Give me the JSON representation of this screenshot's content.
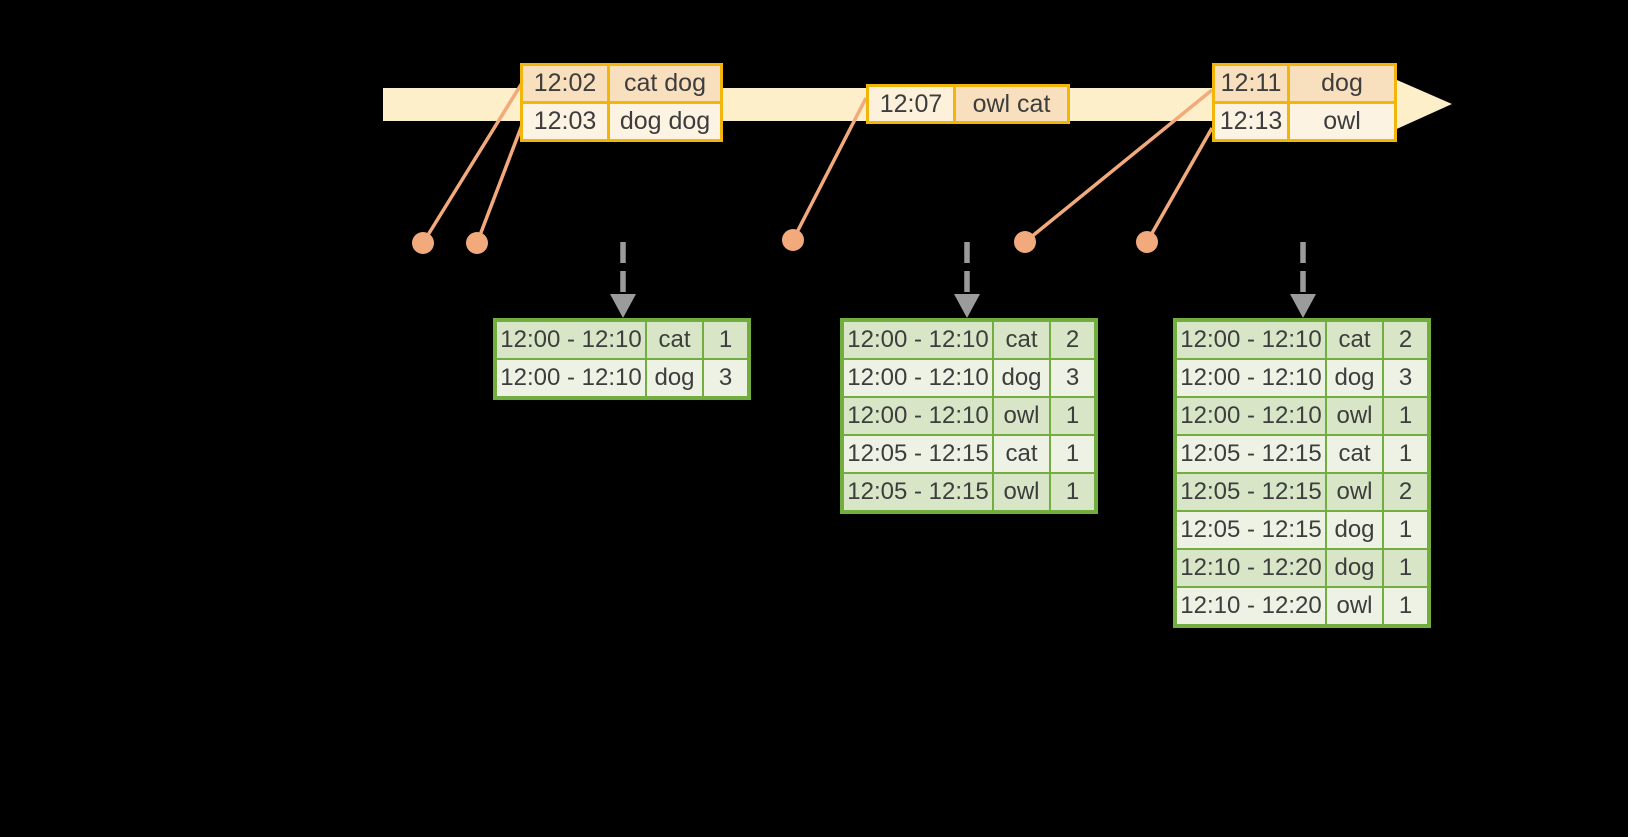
{
  "colors": {
    "background": "#000000",
    "timeline_band": "#FCEFC9",
    "event_table_border": "#F2B50A",
    "event_row_peach": "#F8E0BE",
    "event_row_cream": "#FDF3E3",
    "connector_salmon": "#F2A97C",
    "result_table_border": "#72AD3F",
    "result_row_dark": "#D8E6C7",
    "result_row_light": "#EDF2E5",
    "trigger_arrow_gray": "#9B9B9B",
    "table_text": "#3D3D3D"
  },
  "timeline": {
    "event_tables": [
      {
        "id": "e1",
        "rows": [
          {
            "time": "12:02",
            "words": "cat dog"
          },
          {
            "time": "12:03",
            "words": "dog dog"
          }
        ]
      },
      {
        "id": "e2",
        "rows": [
          {
            "time": "12:07",
            "words": "owl cat"
          }
        ]
      },
      {
        "id": "e3",
        "rows": [
          {
            "time": "12:11",
            "words": "dog"
          },
          {
            "time": "12:13",
            "words": "owl"
          }
        ]
      }
    ]
  },
  "result_tables": [
    {
      "id": "t1",
      "rows": [
        {
          "window": "12:00 - 12:10",
          "word": "cat",
          "count": "1"
        },
        {
          "window": "12:00 - 12:10",
          "word": "dog",
          "count": "3"
        }
      ]
    },
    {
      "id": "t2",
      "rows": [
        {
          "window": "12:00 - 12:10",
          "word": "cat",
          "count": "2"
        },
        {
          "window": "12:00 - 12:10",
          "word": "dog",
          "count": "3"
        },
        {
          "window": "12:00 - 12:10",
          "word": "owl",
          "count": "1"
        },
        {
          "window": "12:05 - 12:15",
          "word": "cat",
          "count": "1"
        },
        {
          "window": "12:05 - 12:15",
          "word": "owl",
          "count": "1"
        }
      ]
    },
    {
      "id": "t3",
      "rows": [
        {
          "window": "12:00 - 12:10",
          "word": "cat",
          "count": "2"
        },
        {
          "window": "12:00 - 12:10",
          "word": "dog",
          "count": "3"
        },
        {
          "window": "12:00 - 12:10",
          "word": "owl",
          "count": "1"
        },
        {
          "window": "12:05 - 12:15",
          "word": "cat",
          "count": "1"
        },
        {
          "window": "12:05 - 12:15",
          "word": "owl",
          "count": "2"
        },
        {
          "window": "12:05 - 12:15",
          "word": "dog",
          "count": "1"
        },
        {
          "window": "12:10 - 12:20",
          "word": "dog",
          "count": "1"
        },
        {
          "window": "12:10 - 12:20",
          "word": "owl",
          "count": "1"
        }
      ]
    }
  ]
}
